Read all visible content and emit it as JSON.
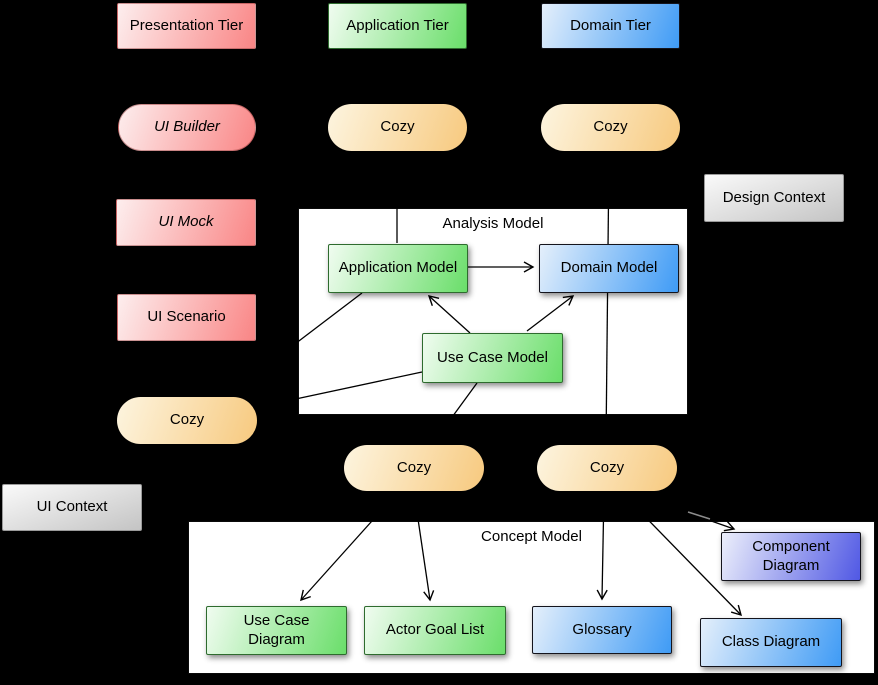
{
  "tiers": {
    "presentation": "Presentation Tier",
    "application": "Application Tier",
    "domain": "Domain Tier"
  },
  "activities": {
    "ui_builder": "UI Builder",
    "cozy_application": "Cozy",
    "cozy_domain": "Cozy",
    "cozy_left": "Cozy",
    "cozy_bottom_left": "Cozy",
    "cozy_bottom_right": "Cozy"
  },
  "artifacts": {
    "ui_mock": "UI Mock",
    "ui_scenario": "UI Scenario"
  },
  "contexts": {
    "design": "Design Context",
    "ui": "UI Context"
  },
  "analysis_model": {
    "title": "Analysis Model",
    "nodes": {
      "application_model": "Application Model",
      "domain_model": "Domain Model",
      "use_case_model": "Use Case Model"
    }
  },
  "concept_model": {
    "title": "Concept Model",
    "nodes": {
      "use_case_diagram": "Use Case Diagram",
      "actor_goal_list": "Actor Goal List",
      "glossary": "Glossary",
      "class_diagram": "Class Diagram",
      "component_diagram": "Component Diagram"
    }
  },
  "colors": {
    "background": "#000000",
    "container_fill": "#ffffff",
    "line": "#000000",
    "pink_light": "#fdeeee",
    "pink_dark": "#f98585",
    "green_light": "#f0fcf0",
    "green_dark": "#6ade6a",
    "blue_light": "#e4effb",
    "blue_dark": "#3f9bf5",
    "orange_light": "#fdf5e0",
    "orange_dark": "#f7c97e",
    "gray_light": "#fafafa",
    "gray_dark": "#c4c4c4",
    "purple_light": "#eceffb",
    "purple_dark": "#5058e4"
  }
}
